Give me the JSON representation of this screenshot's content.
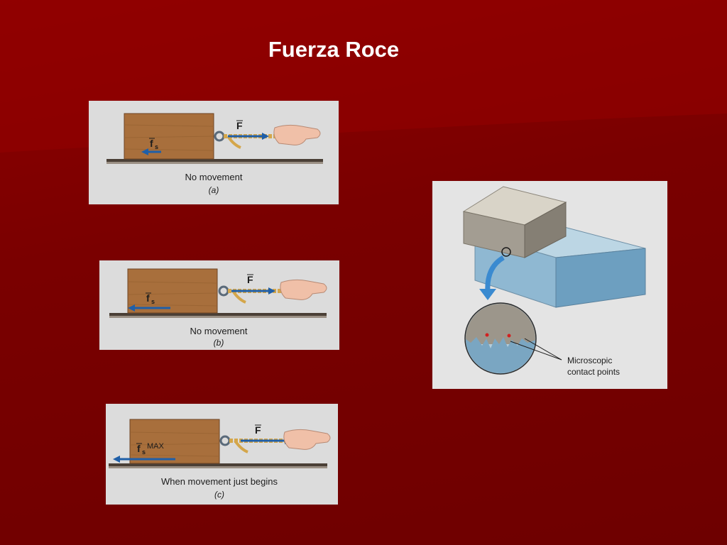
{
  "slide": {
    "title": "Fuerza Roce"
  },
  "panels": [
    {
      "id": "a",
      "caption": "No movement",
      "sublabel": "(a)",
      "force_label": "F",
      "friction_label": "f",
      "friction_sub": "s",
      "friction_sup": ""
    },
    {
      "id": "b",
      "caption": "No movement",
      "sublabel": "(b)",
      "force_label": "F",
      "friction_label": "f",
      "friction_sub": "s",
      "friction_sup": ""
    },
    {
      "id": "c",
      "caption": "When movement just begins",
      "sublabel": "(c)",
      "force_label": "F",
      "friction_label": "f",
      "friction_sub": "s",
      "friction_sup": "MAX"
    }
  ],
  "micro": {
    "callout_line1": "Microscopic",
    "callout_line2": "contact points"
  },
  "colors": {
    "background": "#7a0000",
    "title": "#ffffff",
    "panel": "#dcdcdc",
    "block_wood": "#a86f3c",
    "arrow_blue": "#1f5fa8",
    "rope": "#d4a64a"
  }
}
